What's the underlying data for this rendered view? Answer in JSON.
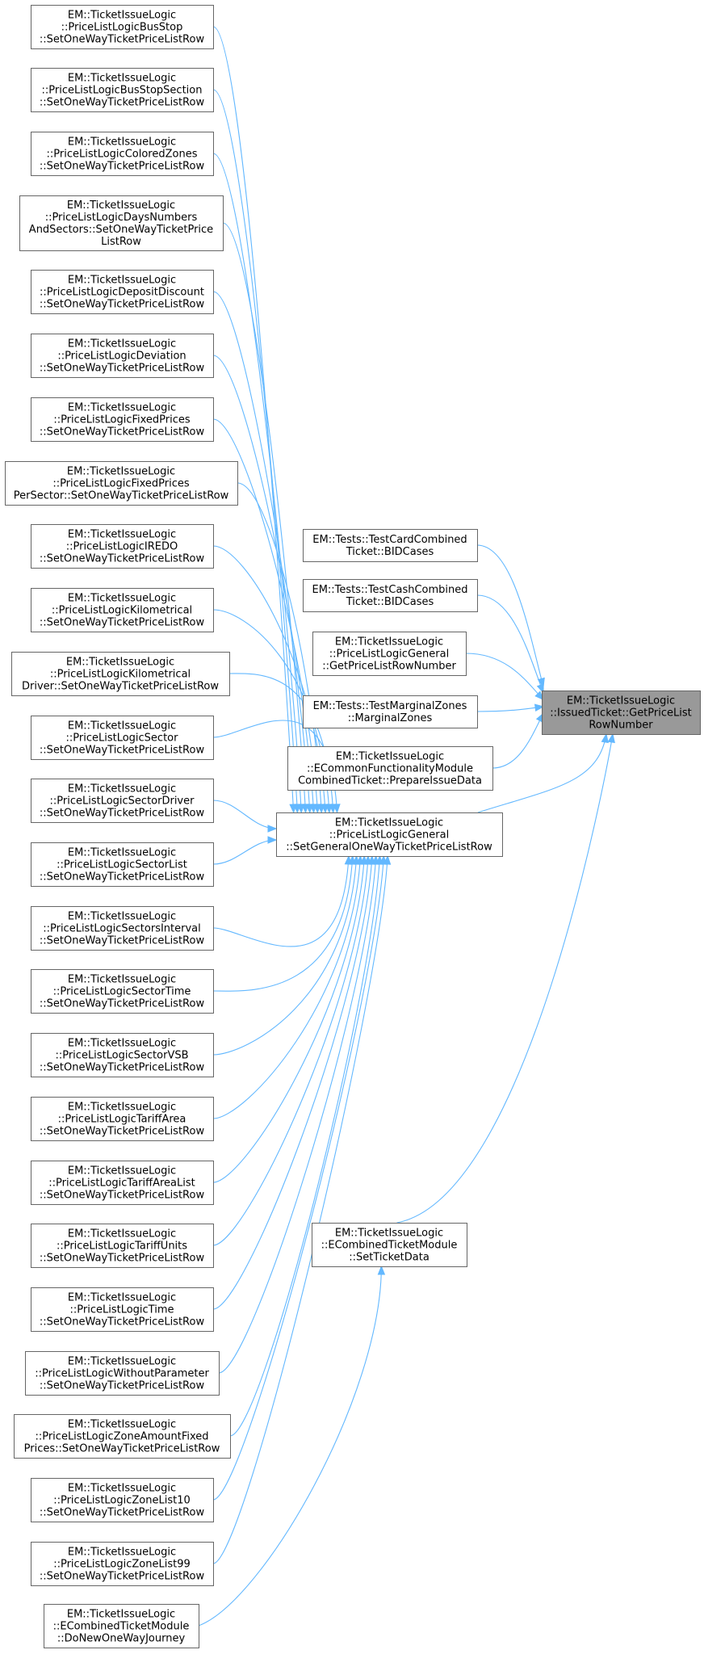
{
  "colors": {
    "edge": "#63b8ff",
    "node_border": "#666666",
    "node_fill": "#ffffff",
    "root_fill": "#999999"
  },
  "nodes": [
    {
      "id": "root",
      "lines": [
        "EM::TicketIssueLogic",
        "::IssuedTicket::GetPriceList",
        "RowNumber"
      ]
    },
    {
      "id": "general_setrow",
      "lines": [
        "EM::TicketIssueLogic",
        "::PriceListLogicGeneral",
        "::SetGeneralOneWayTicketPriceListRow"
      ]
    },
    {
      "id": "test_card",
      "lines": [
        "EM::Tests::TestCardCombined",
        "Ticket::BIDCases"
      ]
    },
    {
      "id": "test_cash",
      "lines": [
        "EM::Tests::TestCashCombined",
        "Ticket::BIDCases"
      ]
    },
    {
      "id": "general_getrow",
      "lines": [
        "EM::TicketIssueLogic",
        "::PriceListLogicGeneral",
        "::GetPriceListRowNumber"
      ]
    },
    {
      "id": "test_marginal",
      "lines": [
        "EM::Tests::TestMarginalZones",
        "::MarginalZones"
      ]
    },
    {
      "id": "common_prepare",
      "lines": [
        "EM::TicketIssueLogic",
        "::ECommonFunctionalityModule",
        "CombinedTicket::PrepareIssueData"
      ]
    },
    {
      "id": "combined_setticket",
      "lines": [
        "EM::TicketIssueLogic",
        "::ECombinedTicketModule",
        "::SetTicketData"
      ]
    },
    {
      "id": "combined_donew",
      "lines": [
        "EM::TicketIssueLogic",
        "::ECombinedTicketModule",
        "::DoNewOneWayJourney"
      ]
    },
    {
      "id": "busstop",
      "lines": [
        "EM::TicketIssueLogic",
        "::PriceListLogicBusStop",
        "::SetOneWayTicketPriceListRow"
      ]
    },
    {
      "id": "busstopsection",
      "lines": [
        "EM::TicketIssueLogic",
        "::PriceListLogicBusStopSection",
        "::SetOneWayTicketPriceListRow"
      ]
    },
    {
      "id": "coloredzones",
      "lines": [
        "EM::TicketIssueLogic",
        "::PriceListLogicColoredZones",
        "::SetOneWayTicketPriceListRow"
      ]
    },
    {
      "id": "daysnumbers",
      "lines": [
        "EM::TicketIssueLogic",
        "::PriceListLogicDaysNumbers",
        "AndSectors::SetOneWayTicketPrice",
        "ListRow"
      ]
    },
    {
      "id": "depositdiscount",
      "lines": [
        "EM::TicketIssueLogic",
        "::PriceListLogicDepositDiscount",
        "::SetOneWayTicketPriceListRow"
      ]
    },
    {
      "id": "deviation",
      "lines": [
        "EM::TicketIssueLogic",
        "::PriceListLogicDeviation",
        "::SetOneWayTicketPriceListRow"
      ]
    },
    {
      "id": "fixedprices",
      "lines": [
        "EM::TicketIssueLogic",
        "::PriceListLogicFixedPrices",
        "::SetOneWayTicketPriceListRow"
      ]
    },
    {
      "id": "fixedpricespersector",
      "lines": [
        "EM::TicketIssueLogic",
        "::PriceListLogicFixedPrices",
        "PerSector::SetOneWayTicketPriceListRow"
      ]
    },
    {
      "id": "iredo",
      "lines": [
        "EM::TicketIssueLogic",
        "::PriceListLogicIREDO",
        "::SetOneWayTicketPriceListRow"
      ]
    },
    {
      "id": "kilometrical",
      "lines": [
        "EM::TicketIssueLogic",
        "::PriceListLogicKilometrical",
        "::SetOneWayTicketPriceListRow"
      ]
    },
    {
      "id": "kilometricaldriver",
      "lines": [
        "EM::TicketIssueLogic",
        "::PriceListLogicKilometrical",
        "Driver::SetOneWayTicketPriceListRow"
      ]
    },
    {
      "id": "sector",
      "lines": [
        "EM::TicketIssueLogic",
        "::PriceListLogicSector",
        "::SetOneWayTicketPriceListRow"
      ]
    },
    {
      "id": "sectordriver",
      "lines": [
        "EM::TicketIssueLogic",
        "::PriceListLogicSectorDriver",
        "::SetOneWayTicketPriceListRow"
      ]
    },
    {
      "id": "sectorlist",
      "lines": [
        "EM::TicketIssueLogic",
        "::PriceListLogicSectorList",
        "::SetOneWayTicketPriceListRow"
      ]
    },
    {
      "id": "sectorsinterval",
      "lines": [
        "EM::TicketIssueLogic",
        "::PriceListLogicSectorsInterval",
        "::SetOneWayTicketPriceListRow"
      ]
    },
    {
      "id": "sectortime",
      "lines": [
        "EM::TicketIssueLogic",
        "::PriceListLogicSectorTime",
        "::SetOneWayTicketPriceListRow"
      ]
    },
    {
      "id": "sectorvsb",
      "lines": [
        "EM::TicketIssueLogic",
        "::PriceListLogicSectorVSB",
        "::SetOneWayTicketPriceListRow"
      ]
    },
    {
      "id": "tariffarea",
      "lines": [
        "EM::TicketIssueLogic",
        "::PriceListLogicTariffArea",
        "::SetOneWayTicketPriceListRow"
      ]
    },
    {
      "id": "tariffarealist",
      "lines": [
        "EM::TicketIssueLogic",
        "::PriceListLogicTariffAreaList",
        "::SetOneWayTicketPriceListRow"
      ]
    },
    {
      "id": "tariffunits",
      "lines": [
        "EM::TicketIssueLogic",
        "::PriceListLogicTariffUnits",
        "::SetOneWayTicketPriceListRow"
      ]
    },
    {
      "id": "time",
      "lines": [
        "EM::TicketIssueLogic",
        "::PriceListLogicTime",
        "::SetOneWayTicketPriceListRow"
      ]
    },
    {
      "id": "withoutparameter",
      "lines": [
        "EM::TicketIssueLogic",
        "::PriceListLogicWithoutParameter",
        "::SetOneWayTicketPriceListRow"
      ]
    },
    {
      "id": "zoneamountfixed",
      "lines": [
        "EM::TicketIssueLogic",
        "::PriceListLogicZoneAmountFixed",
        "Prices::SetOneWayTicketPriceListRow"
      ]
    },
    {
      "id": "zonelist10",
      "lines": [
        "EM::TicketIssueLogic",
        "::PriceListLogicZoneList10",
        "::SetOneWayTicketPriceListRow"
      ]
    },
    {
      "id": "zonelist99",
      "lines": [
        "EM::TicketIssueLogic",
        "::PriceListLogicZoneList99",
        "::SetOneWayTicketPriceListRow"
      ]
    }
  ],
  "edges": [
    {
      "from": "test_card",
      "to": "root"
    },
    {
      "from": "test_cash",
      "to": "root"
    },
    {
      "from": "general_getrow",
      "to": "root"
    },
    {
      "from": "test_marginal",
      "to": "root"
    },
    {
      "from": "common_prepare",
      "to": "root"
    },
    {
      "from": "general_setrow",
      "to": "root"
    },
    {
      "from": "combined_setticket",
      "to": "root"
    },
    {
      "from": "busstop",
      "to": "general_setrow"
    },
    {
      "from": "busstopsection",
      "to": "general_setrow"
    },
    {
      "from": "coloredzones",
      "to": "general_setrow"
    },
    {
      "from": "daysnumbers",
      "to": "general_setrow"
    },
    {
      "from": "depositdiscount",
      "to": "general_setrow"
    },
    {
      "from": "deviation",
      "to": "general_setrow"
    },
    {
      "from": "fixedprices",
      "to": "general_setrow"
    },
    {
      "from": "fixedpricespersector",
      "to": "general_setrow"
    },
    {
      "from": "iredo",
      "to": "general_setrow"
    },
    {
      "from": "kilometrical",
      "to": "general_setrow"
    },
    {
      "from": "kilometricaldriver",
      "to": "general_setrow"
    },
    {
      "from": "sector",
      "to": "general_setrow"
    },
    {
      "from": "sectordriver",
      "to": "general_setrow"
    },
    {
      "from": "sectorlist",
      "to": "general_setrow"
    },
    {
      "from": "sectorsinterval",
      "to": "general_setrow"
    },
    {
      "from": "sectortime",
      "to": "general_setrow"
    },
    {
      "from": "sectorvsb",
      "to": "general_setrow"
    },
    {
      "from": "tariffarea",
      "to": "general_setrow"
    },
    {
      "from": "tariffarealist",
      "to": "general_setrow"
    },
    {
      "from": "tariffunits",
      "to": "general_setrow"
    },
    {
      "from": "time",
      "to": "general_setrow"
    },
    {
      "from": "withoutparameter",
      "to": "general_setrow"
    },
    {
      "from": "zoneamountfixed",
      "to": "general_setrow"
    },
    {
      "from": "zonelist10",
      "to": "general_setrow"
    },
    {
      "from": "zonelist99",
      "to": "general_setrow"
    },
    {
      "from": "combined_donew",
      "to": "combined_setticket"
    }
  ]
}
